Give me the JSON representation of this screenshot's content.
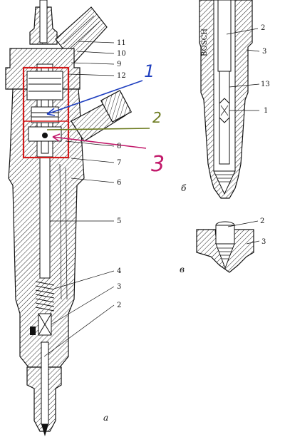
{
  "figure": {
    "labels_a": {
      "l11": "11",
      "l10": "10",
      "l9": "9",
      "l12": "12",
      "l8": "8",
      "l7": "7",
      "l6": "6",
      "l5": "5",
      "l4": "4",
      "l3": "3",
      "l2": "2"
    },
    "labels_b": {
      "l2": "2",
      "l3": "3",
      "l13": "13",
      "l1": "1"
    },
    "labels_v": {
      "l2": "2",
      "l3": "3"
    },
    "view_a": "а",
    "view_b": "б",
    "view_v": "в",
    "brand": "BOSCH"
  },
  "annotations": [
    {
      "text": "1",
      "color": "#1f3fbf"
    },
    {
      "text": "2",
      "color": "#6b7a1e"
    },
    {
      "text": "3",
      "color": "#c21a6b"
    }
  ],
  "colors": {
    "highlight_box": "#d41a1a",
    "arrow1": "#1f3fbf",
    "arrow2": "#6b7a1e",
    "arrow3": "#c21a6b"
  }
}
